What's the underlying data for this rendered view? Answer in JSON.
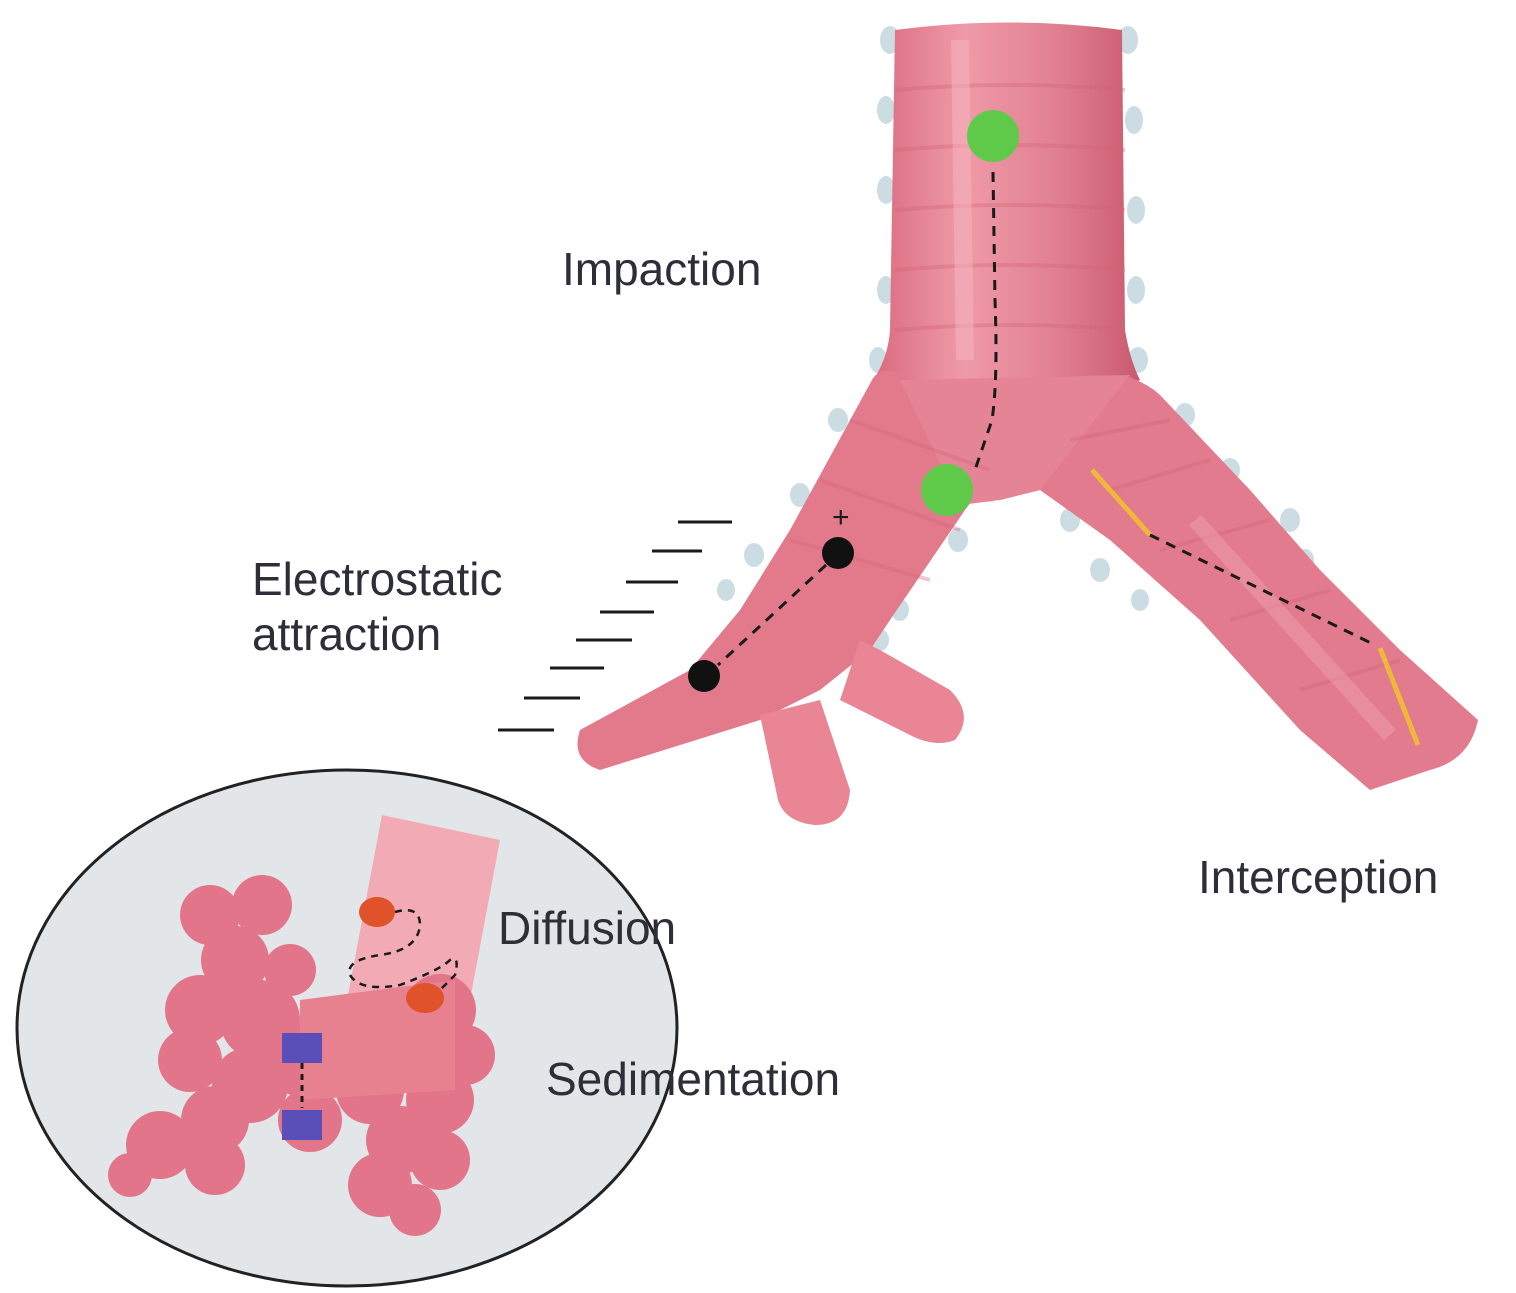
{
  "diagram": {
    "labels": {
      "impaction": "Impaction",
      "electrostatic_line1": "Electrostatic",
      "electrostatic_line2": "attraction",
      "interception": "Interception",
      "diffusion": "Diffusion",
      "sedimentation": "Sedimentation"
    },
    "charge_symbol": "+",
    "colors": {
      "airway": "#e3798a",
      "airway_light": "#f2aab5",
      "airway_dark": "#c9586c",
      "mucus_dots": "#c4d6df",
      "inset_background": "#e3e6e8",
      "impaction_particle": "#5fc94a",
      "electrostatic_particle": "#111111",
      "interception_fiber": "#f0b838",
      "diffusion_particle": "#e0522a",
      "sedimentation_particle": "#5a4fb8",
      "label_text": "#2e2e38"
    }
  }
}
